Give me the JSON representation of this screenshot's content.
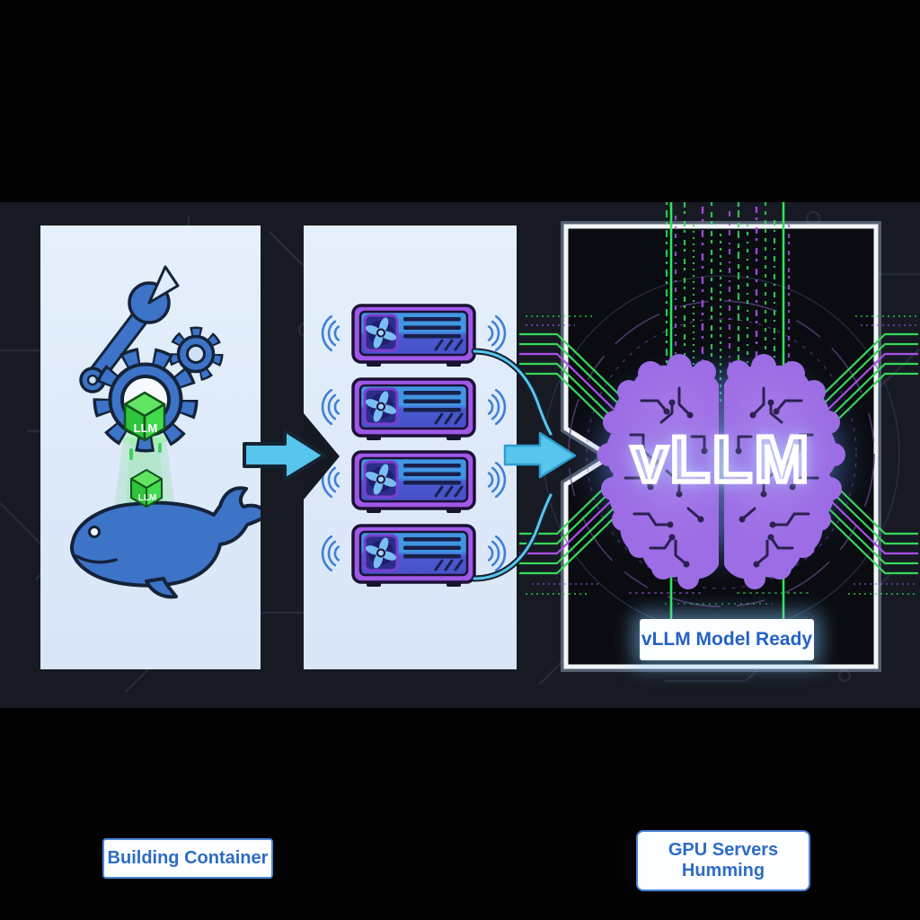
{
  "diagram": {
    "type": "pipeline-illustration",
    "theme_colors": {
      "panel_bg": "#dde9f9",
      "band_bg": "#171a23",
      "accent_cyan": "#57c5ec",
      "server_purple": "#9d5fe0",
      "matrix_green": "#35e05c",
      "matrix_purple": "#ab4fe8",
      "label_blue": "#2e6cc5",
      "brain_purple": "#9c6de4",
      "neon_white": "#ffffff"
    },
    "steps": [
      {
        "id": "building-container",
        "label": "Building Container",
        "cube_label": "LLM",
        "icons": [
          "wrench-icon",
          "gear-icon",
          "llm-cube-icon",
          "docker-whale-icon"
        ]
      },
      {
        "id": "gpu-servers-humming",
        "label": "GPU Servers Humming",
        "label_lines": [
          "GPU Servers",
          "Humming"
        ],
        "server_count": 4,
        "icons": [
          "gpu-server-icon",
          "sound-waves-icon"
        ]
      },
      {
        "id": "vllm-model-ready",
        "label": "vLLM Model Ready",
        "brain_text": "vLLM",
        "icons": [
          "circuit-brain-icon",
          "matrix-stream-icon"
        ]
      }
    ]
  }
}
